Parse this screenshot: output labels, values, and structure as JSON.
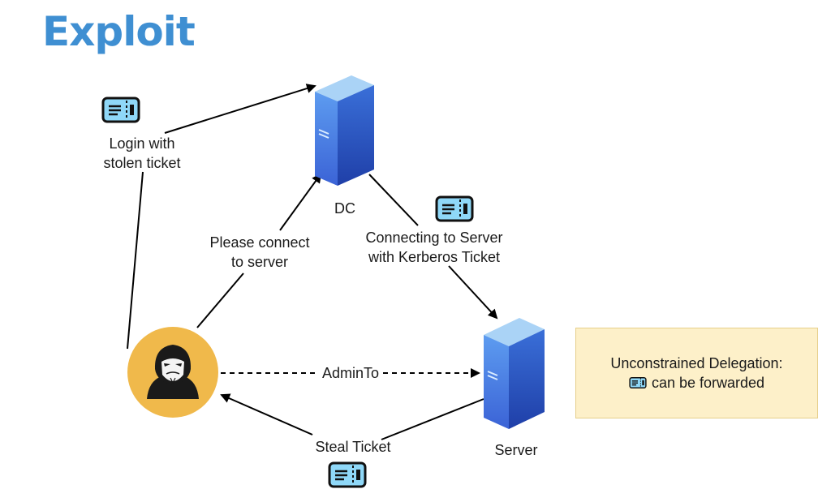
{
  "title": "Exploit",
  "nodes": {
    "dc": {
      "label": "DC"
    },
    "server": {
      "label": "Server"
    }
  },
  "edges": {
    "login": {
      "label": "Login with\nstolen ticket"
    },
    "please_connect": {
      "label": "Please connect\nto server"
    },
    "connecting": {
      "label": "Connecting to Server\nwith Kerberos Ticket"
    },
    "admin_to": {
      "label": "AdminTo"
    },
    "steal": {
      "label": "Steal Ticket"
    }
  },
  "note": {
    "line1": "Unconstrained Delegation:",
    "line2": "can be forwarded"
  },
  "colors": {
    "title": "#3f8fd2",
    "server_front": "#4a7fe0",
    "server_side": "#2b56c2",
    "server_top": "#a9d2f5",
    "attacker_circle": "#f0b94b",
    "ticket_fill": "#8fd8f8",
    "note_fill": "#fdf0c9"
  },
  "icons": [
    "server-icon",
    "ticket-icon",
    "hacker-icon"
  ]
}
